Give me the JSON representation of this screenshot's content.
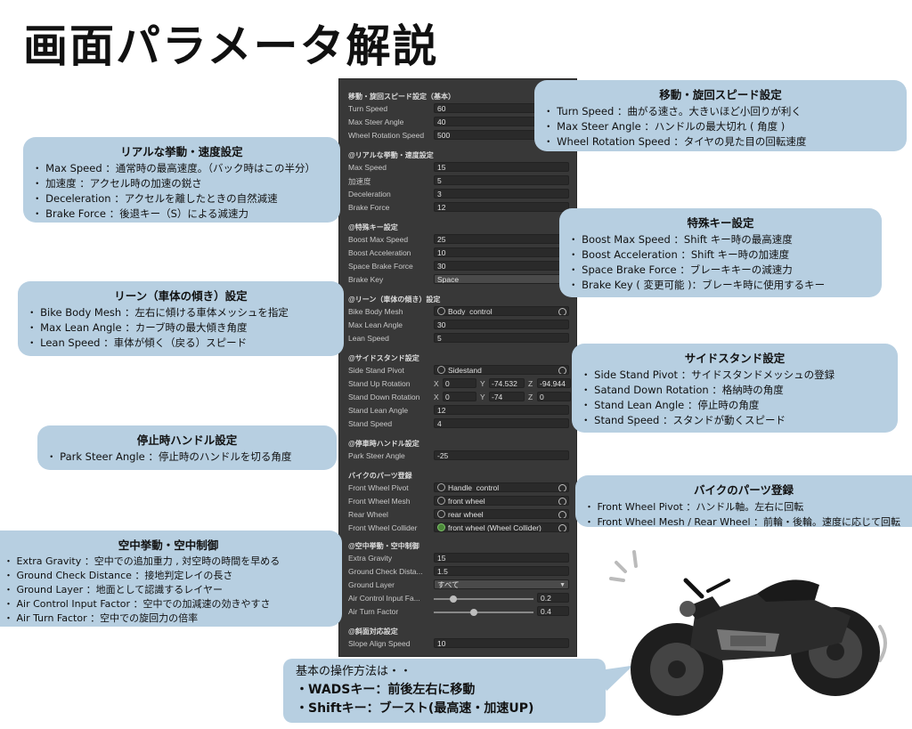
{
  "page_title": "画面パラメータ解説",
  "inspector": {
    "sections": [
      {
        "title": "移動・旋回スピード設定（基本）",
        "rows": [
          {
            "label": "Turn Speed",
            "value": "60"
          },
          {
            "label": "Max Steer Angle",
            "value": "40"
          },
          {
            "label": "Wheel Rotation Speed",
            "value": "500"
          }
        ]
      },
      {
        "title": "@リアルな挙動・速度設定",
        "rows": [
          {
            "label": "Max Speed",
            "value": "15"
          },
          {
            "label": "加速度",
            "value": "5"
          },
          {
            "label": "Deceleration",
            "value": "3"
          },
          {
            "label": "Brake Force",
            "value": "12"
          }
        ]
      },
      {
        "title": "@特殊キー設定",
        "rows": [
          {
            "label": "Boost Max Speed",
            "value": "25"
          },
          {
            "label": "Boost Acceleration",
            "value": "10"
          },
          {
            "label": "Space Brake Force",
            "value": "30"
          },
          {
            "label": "Brake Key",
            "value": "Space"
          }
        ]
      },
      {
        "title": "@リーン（車体の傾き）設定",
        "rows": [
          {
            "label": "Bike Body Mesh",
            "value": "Body_control"
          },
          {
            "label": "Max Lean Angle",
            "value": "30"
          },
          {
            "label": "Lean Speed",
            "value": "5"
          }
        ]
      },
      {
        "title": "@サイドスタンド設定",
        "rows": [
          {
            "label": "Side Stand Pivot",
            "value": "Sidestand"
          },
          {
            "label": "Stand Up Rotation",
            "x": "0",
            "y": "-74.532",
            "z": "-94.944"
          },
          {
            "label": "Stand Down Rotation",
            "x": "0",
            "y": "-74",
            "z": "0"
          },
          {
            "label": "Stand Lean Angle",
            "value": "12"
          },
          {
            "label": "Stand Speed",
            "value": "4"
          }
        ]
      },
      {
        "title": "@停車時ハンドル設定",
        "rows": [
          {
            "label": "Park Steer Angle",
            "value": "-25"
          }
        ]
      },
      {
        "title": "バイクのパーツ登録",
        "rows": [
          {
            "label": "Front Wheel Pivot",
            "value": "Handle_control"
          },
          {
            "label": "Front Wheel Mesh",
            "value": "front wheel"
          },
          {
            "label": "Rear Wheel",
            "value": "rear wheel"
          },
          {
            "label": "Front Wheel Collider",
            "value": "front wheel (Wheel Collider)"
          }
        ]
      },
      {
        "title": "@空中挙動・空中制御",
        "rows": [
          {
            "label": "Extra Gravity",
            "value": "15"
          },
          {
            "label": "Ground Check Dista...",
            "value": "1.5"
          },
          {
            "label": "Ground Layer",
            "value": "すべて"
          },
          {
            "label": "Air Control Input Fa...",
            "value": "0.2",
            "slider": 0.2
          },
          {
            "label": "Air Turn Factor",
            "value": "0.4",
            "slider": 0.4
          }
        ]
      },
      {
        "title": "@斜面対応設定",
        "rows": [
          {
            "label": "Slope Align Speed",
            "value": "10"
          }
        ]
      }
    ]
  },
  "callouts": {
    "turn": {
      "title": "移動・旋回スピード設定",
      "lines": [
        "・ Turn Speed ：曲がる速さ。大きいほど小回りが利く",
        "・ Max Steer Angle ：ハンドルの最大切れ ( 角度 )",
        "・ Wheel Rotation Speed ：タイヤの見た目の回転速度"
      ]
    },
    "real": {
      "title": "リアルな挙動・速度設定",
      "lines": [
        "・ Max Speed ：通常時の最高速度。（バック時はこの半分）",
        "・ 加速度 ：アクセル時の加速の鋭さ",
        "・ Deceleration ：アクセルを離したときの自然減速",
        "・ Brake Force ：後退キー（S）による減速力"
      ]
    },
    "special": {
      "title": "特殊キー設定",
      "lines": [
        "・ Boost Max Speed ：Shift キー時の最高速度",
        "・ Boost Acceleration ：Shift キー時の加速度",
        "・ Space Brake Force ：ブレーキキーの減速力",
        "・ Brake Key ( 変更可能 )：ブレーキ時に使用するキー"
      ]
    },
    "lean": {
      "title": "リーン（車体の傾き）設定",
      "lines": [
        "・ Bike Body Mesh ：左右に傾ける車体メッシュを指定",
        "・ Max Lean Angle ：カーブ時の最大傾き角度",
        "・ Lean Speed ：車体が傾く（戻る）スピード"
      ]
    },
    "stand": {
      "title": "サイドスタンド設定",
      "lines": [
        "・ Side Stand Pivot ：サイドスタンドメッシュの登録",
        "・ Satand Down Rotation ：格納時の角度",
        "・ Stand Lean Angle ：停止時の角度",
        "・ Stand Speed ：スタンドが動くスピード"
      ]
    },
    "park": {
      "title": "停止時ハンドル設定",
      "lines": [
        "・ Park Steer Angle ：停止時のハンドルを切る角度"
      ]
    },
    "parts": {
      "title": "バイクのパーツ登録",
      "lines": [
        "・ Front Wheel Pivot ：ハンドル軸。左右に回転",
        "・ Front Wheel Mesh / Rear Wheel ：前輪・後輪。速度に応じて回転"
      ]
    },
    "air": {
      "title": "空中挙動・空中制御",
      "lines": [
        "・ Extra Gravity ：空中での追加重力 , 対空時の時間を早める",
        "・ Ground Check Distance ：接地判定レイの長さ",
        "・ Ground Layer ：地面として認識するレイヤー",
        "・ Air Control Input Factor ：空中での加減速の効きやすさ",
        "・ Air Turn Factor ：空中での旋回力の倍率"
      ]
    }
  },
  "speech": {
    "lines": [
      "基本の操作方法は・・",
      "・WADSキー：前後左右に移動",
      "・Shiftキー：ブースト(最高速・加速UP)"
    ]
  },
  "colors": {
    "callout_bg": "#b7cfe1",
    "panel_bg": "#383838",
    "field_bg": "#2a2a2a"
  }
}
